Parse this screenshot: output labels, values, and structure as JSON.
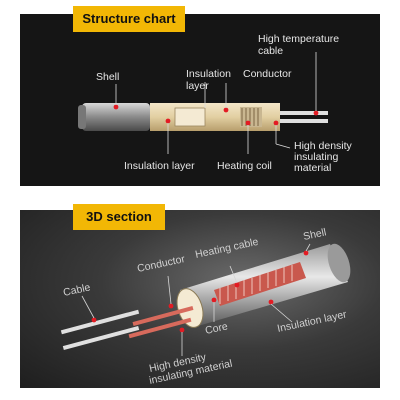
{
  "structure": {
    "title": "Structure chart",
    "labels": {
      "shell": "Shell",
      "insulation_layer_top_1": "Insulation",
      "insulation_layer_top_2": "layer",
      "conductor": "Conductor",
      "cable_1": "High temperature",
      "cable_2": "cable",
      "insulation_layer_bottom": "Insulation layer",
      "heating_coil": "Heating coil",
      "hd_1": "High density",
      "hd_2": "insulating",
      "hd_3": "material"
    }
  },
  "section": {
    "title": "3D section",
    "labels": {
      "cable": "Cable",
      "conductor": "Conductor",
      "heating_cable": "Heating cable",
      "shell": "Shell",
      "core": "Core",
      "insulation_layer": "Insulation layer",
      "hd_1": "High density",
      "hd_2": "insulating material"
    }
  },
  "colors": {
    "badge": "#f2b705",
    "accent": "#e31b23"
  }
}
